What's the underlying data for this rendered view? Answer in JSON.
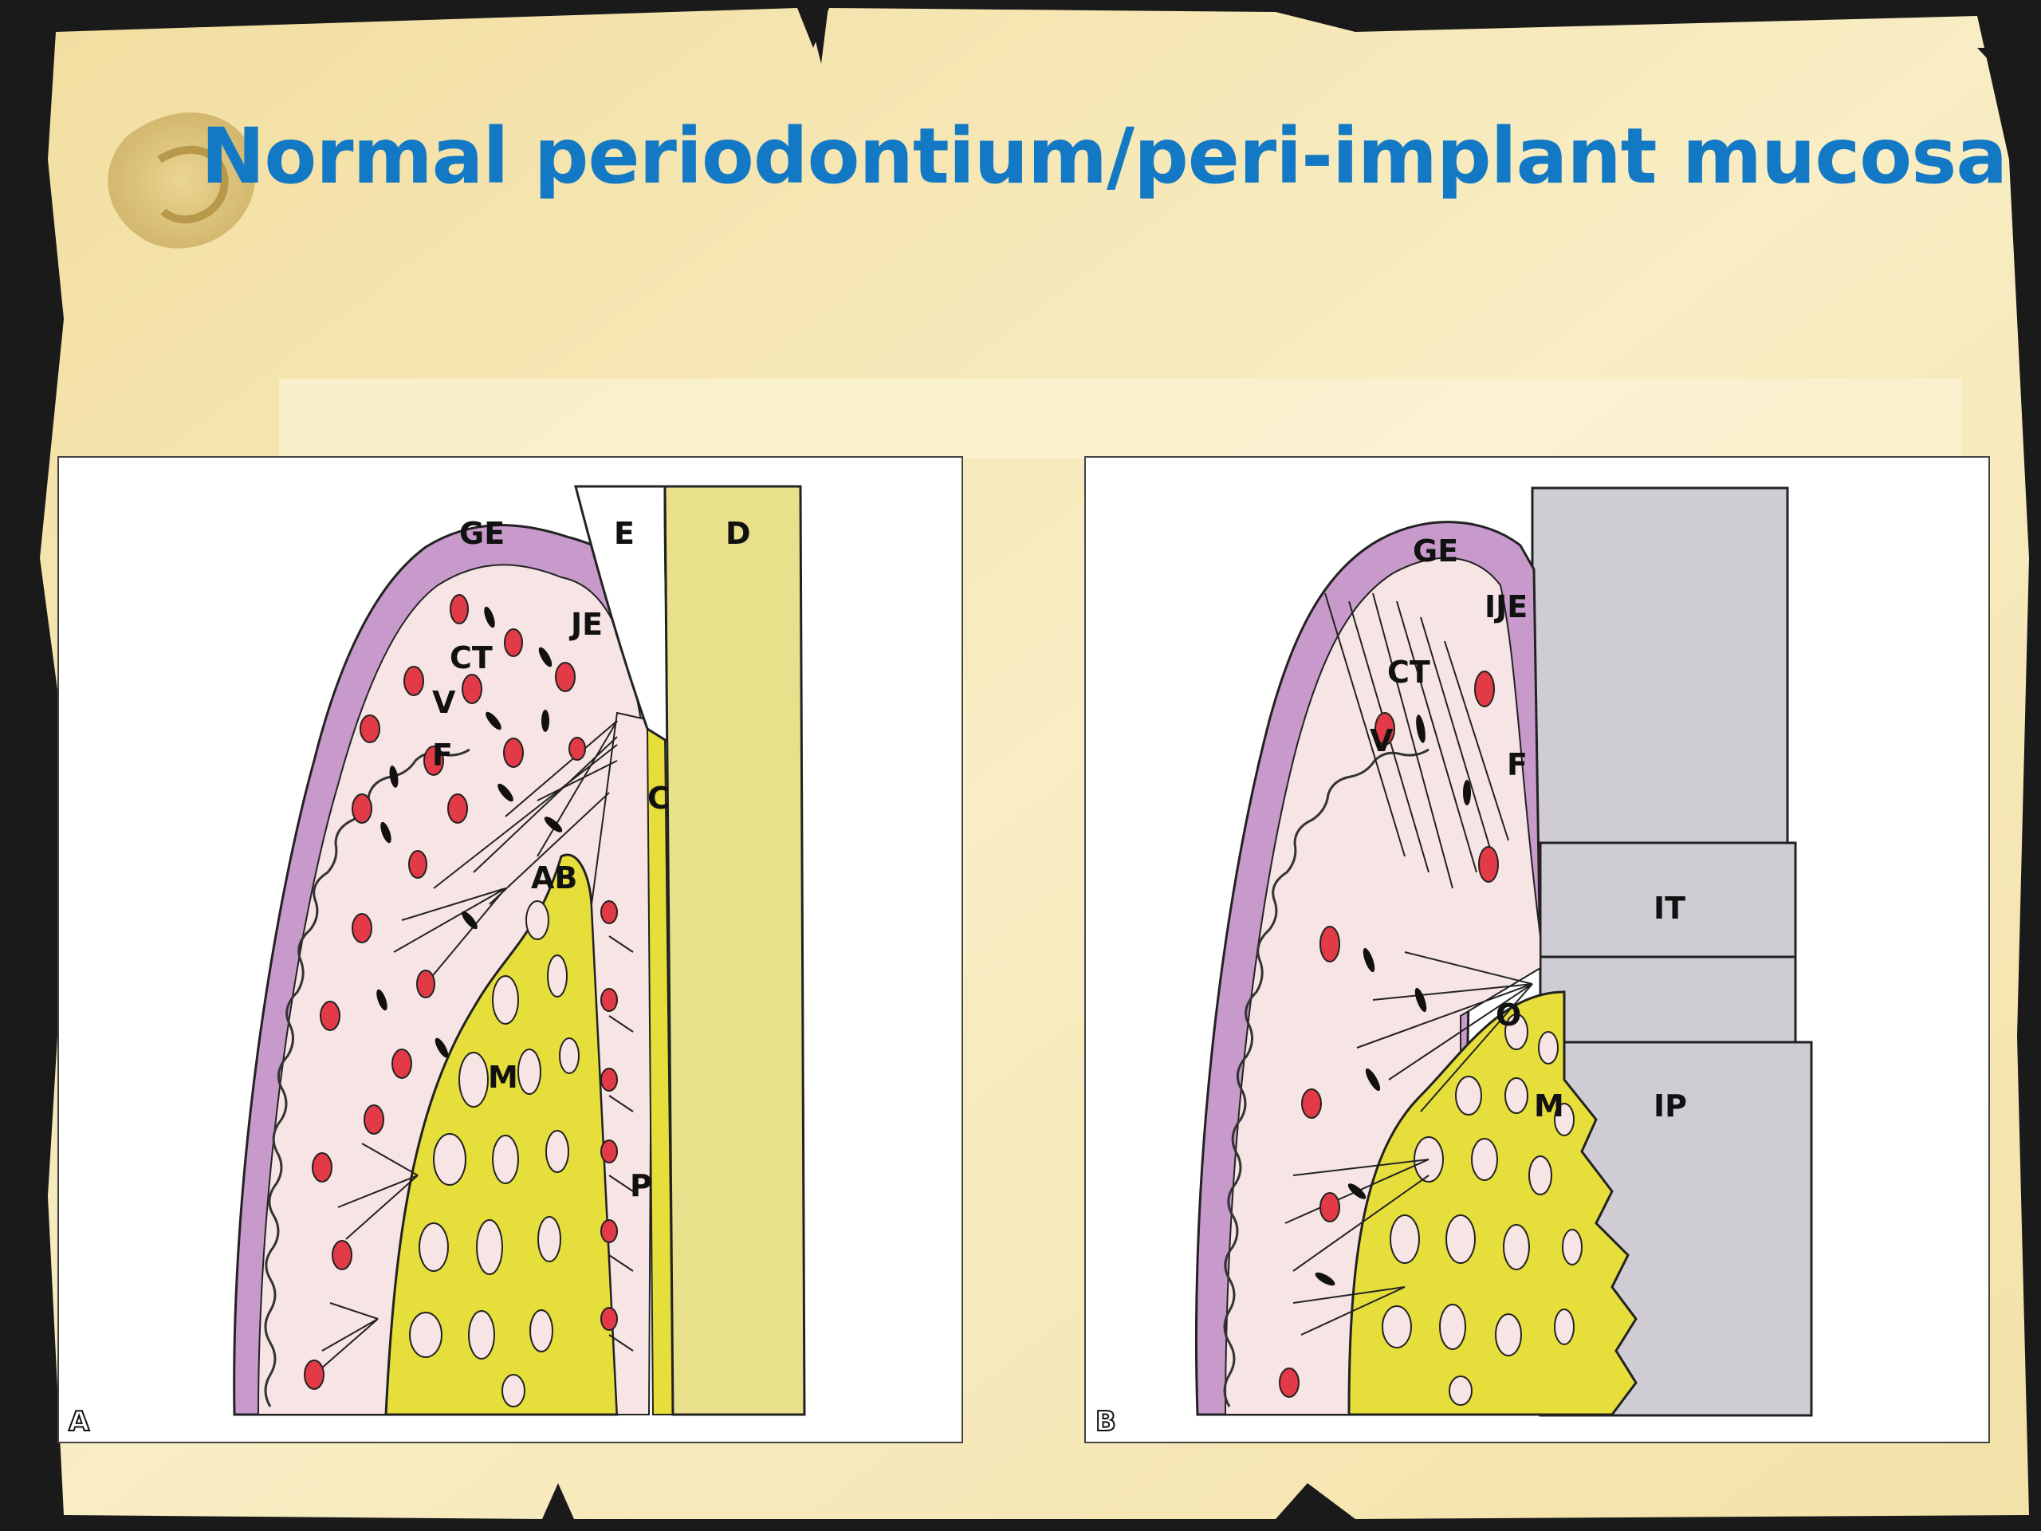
{
  "slide": {
    "title": "Normal periodontium/peri-implant mucosa"
  },
  "panel_a": {
    "corner_label": "A",
    "labels": {
      "ge": "GE",
      "e": "E",
      "d": "D",
      "je": "JE",
      "ct": "CT",
      "v": "V",
      "f": "F",
      "c": "C",
      "ab": "AB",
      "m": "M",
      "p": "P"
    }
  },
  "panel_b": {
    "corner_label": "B",
    "labels": {
      "ge": "GE",
      "ije": "IJE",
      "ct": "CT",
      "v": "V",
      "f": "F",
      "it": "IT",
      "o": "O",
      "m": "M",
      "ip": "IP"
    }
  },
  "colors": {
    "title": "#1479c4",
    "parchment": "#f6e7b4",
    "epithelium": "#c79acb",
    "connective_tissue": "#f7e4e4",
    "bone": "#e6de3a",
    "dentin": "#e8e08a",
    "enamel": "#ffffff",
    "vessel": "#e23a46",
    "implant": "#cfcdd3"
  }
}
